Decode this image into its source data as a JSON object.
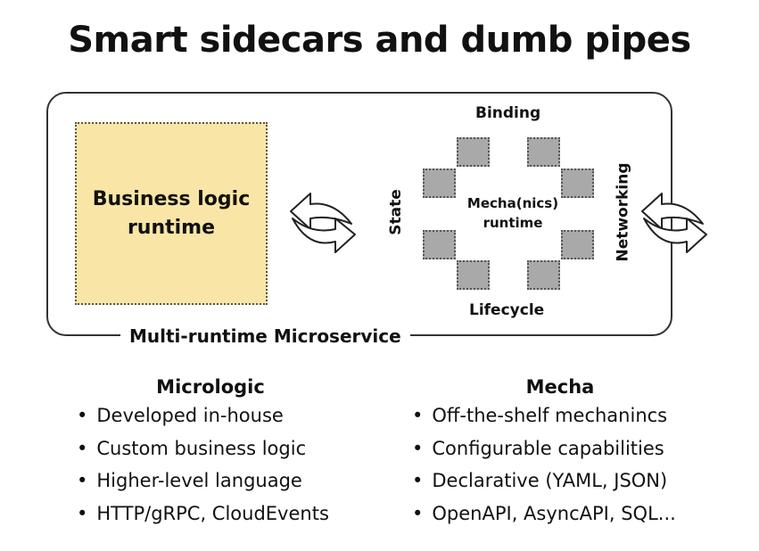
{
  "title": "Smart sidecars and dumb pipes",
  "diagram": {
    "business_box": {
      "line1": "Business logic",
      "line2": "runtime"
    },
    "mecha": {
      "center_line1": "Mecha(nics)",
      "center_line2": "runtime",
      "top_label": "Binding",
      "bottom_label": "Lifecycle",
      "left_label": "State",
      "right_label": "Networking"
    },
    "frame_label": "Multi-runtime Microservice"
  },
  "columns": [
    {
      "title": "Micrologic",
      "items": [
        "Developed in-house",
        "Custom business logic",
        "Higher-level language",
        "HTTP/gRPC, CloudEvents"
      ]
    },
    {
      "title": "Mecha",
      "items": [
        "Off-the-shelf mechanincs",
        "Configurable capabilities",
        "Declarative (YAML, JSON)",
        "OpenAPI, AsyncAPI, SQL..."
      ]
    }
  ]
}
